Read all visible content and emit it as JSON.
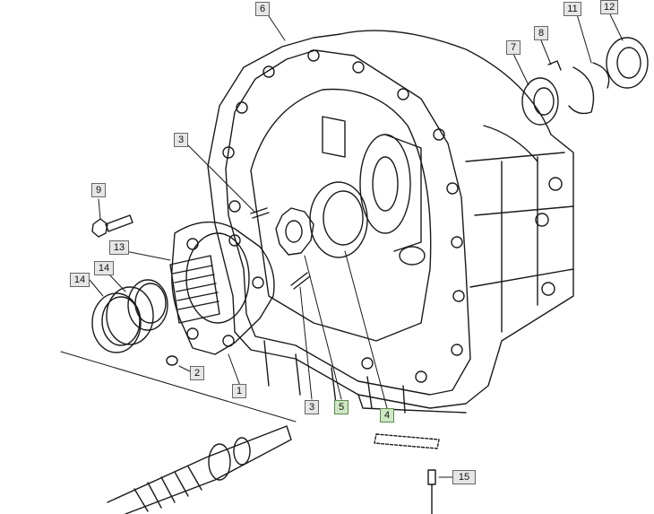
{
  "diagram": {
    "type": "exploded-parts-diagram",
    "colors": {
      "line": "#1a1a1a",
      "callout_bg": "#e6e6e6",
      "callout_highlight_bg": "#cde6c3"
    },
    "callouts": [
      {
        "id": "c6",
        "label": "6",
        "highlighted": false
      },
      {
        "id": "c11",
        "label": "11",
        "highlighted": false
      },
      {
        "id": "c12",
        "label": "12",
        "highlighted": false
      },
      {
        "id": "c8",
        "label": "8",
        "highlighted": false
      },
      {
        "id": "c7",
        "label": "7",
        "highlighted": false
      },
      {
        "id": "c3a",
        "label": "3",
        "highlighted": false
      },
      {
        "id": "c9",
        "label": "9",
        "highlighted": false
      },
      {
        "id": "c13",
        "label": "13",
        "highlighted": false
      },
      {
        "id": "c14a",
        "label": "14",
        "highlighted": false
      },
      {
        "id": "c14b",
        "label": "14",
        "highlighted": false
      },
      {
        "id": "c2",
        "label": "2",
        "highlighted": false
      },
      {
        "id": "c1",
        "label": "1",
        "highlighted": false
      },
      {
        "id": "c3b",
        "label": "3",
        "highlighted": false
      },
      {
        "id": "c5",
        "label": "5",
        "highlighted": true
      },
      {
        "id": "c4",
        "label": "4",
        "highlighted": true
      },
      {
        "id": "c15",
        "label": "15",
        "highlighted": false
      }
    ]
  }
}
